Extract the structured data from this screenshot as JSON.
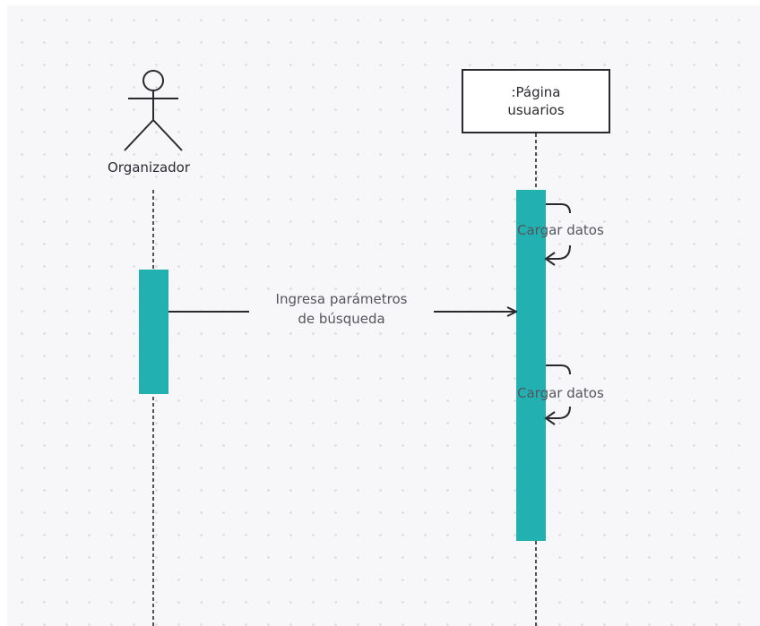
{
  "diagram": {
    "actor": {
      "name": "Organizador"
    },
    "object": {
      "title_line1": ":Página",
      "title_line2": "usuarios"
    },
    "message": {
      "line1": "Ingresa parámetros",
      "line2": "de búsqueda"
    },
    "self_messages": [
      {
        "label": "Cargar datos"
      },
      {
        "label": "Cargar datos"
      }
    ]
  },
  "colors": {
    "activation": "#22b0b0",
    "line": "#2a2a2e",
    "canvas": "#f7f7fa",
    "grid_dot": "#d0d0d8",
    "label_text": "#55555e"
  }
}
